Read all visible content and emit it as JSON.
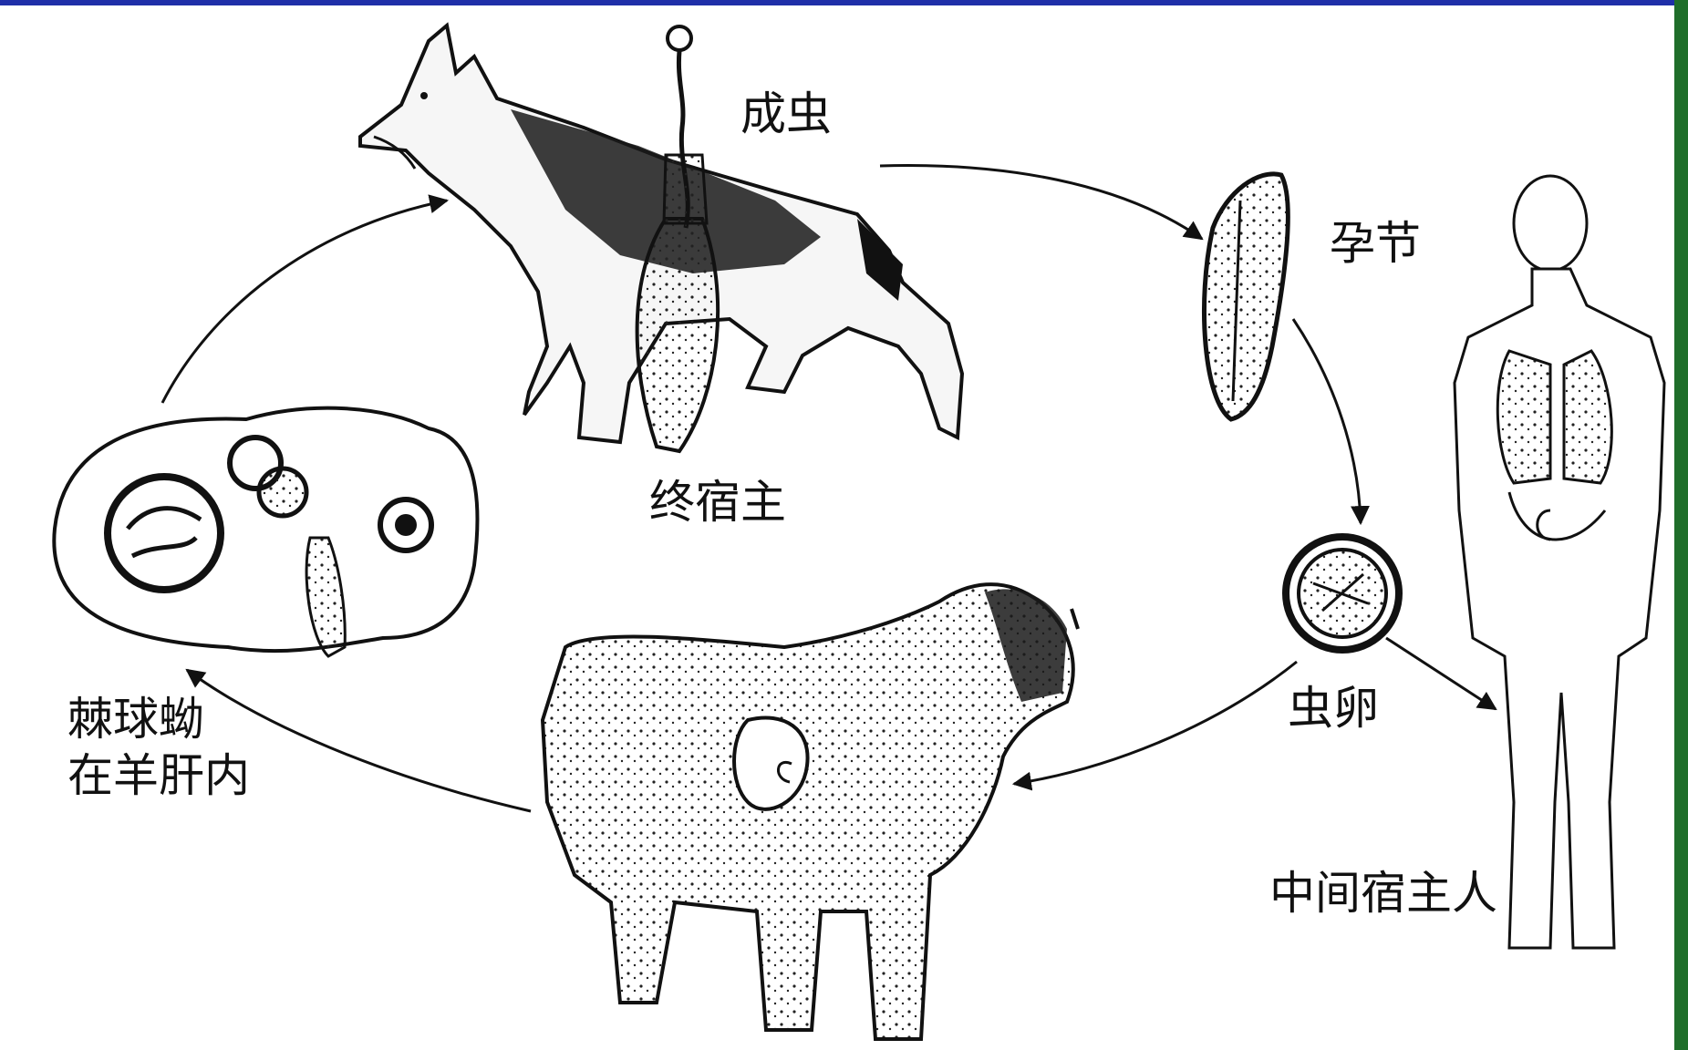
{
  "labels": {
    "adult_worm": "成虫",
    "gravid_segment": "孕节",
    "definitive_host": "终宿主",
    "egg": "虫卵",
    "intermediate_host": "中间宿主人",
    "cyst_line1": "棘球蚴",
    "cyst_line2": "在羊肝内"
  },
  "colors": {
    "ink": "#111111",
    "top_border": "#1f2fa8",
    "right_edge": "#1f6e2a",
    "background": "#ffffff"
  },
  "icons": [
    "dog-icon",
    "adult-worm-icon",
    "gravid-segment-icon",
    "egg-icon",
    "human-icon",
    "sheep-icon",
    "liver-icon",
    "cycle-arrow-icon"
  ]
}
